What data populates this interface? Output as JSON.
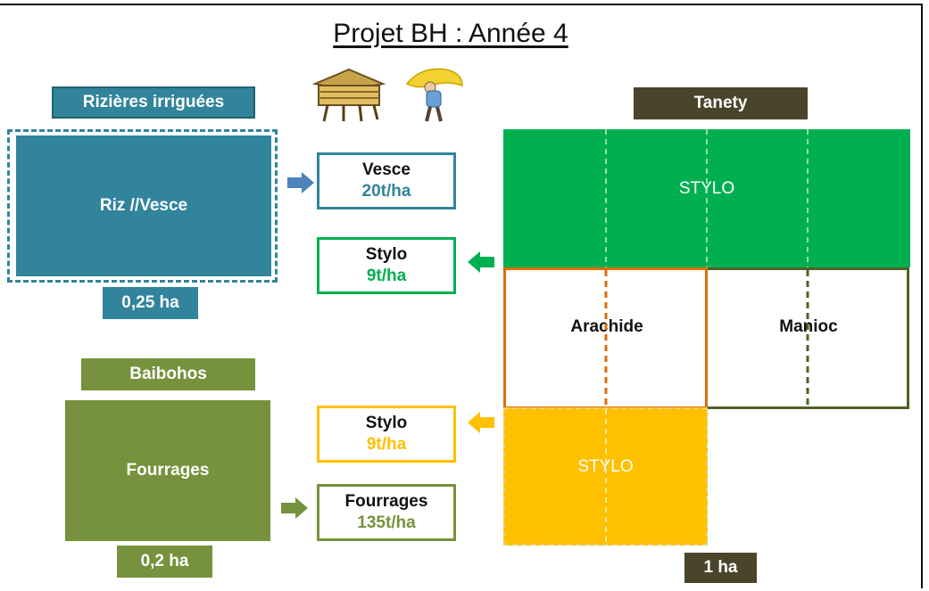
{
  "title": "Projet BH : Année 4",
  "colors": {
    "blue": "#31849b",
    "green": "#00b050",
    "olive": "#76923c",
    "dark_olive": "#4f6228",
    "orange": "#e36c09",
    "gold": "#ffc000",
    "tanety_bg": "#4a452a"
  },
  "icons": [
    "granary-icon",
    "farmer-carrying-hay-icon"
  ],
  "rizieres": {
    "header": "Rizières irriguées",
    "field": "Riz //Vesce",
    "area": "0,25 ha"
  },
  "baibohos": {
    "header": "Baibohos",
    "field": "Fourrages",
    "area": "0,2 ha"
  },
  "tanety": {
    "header": "Tanety",
    "stylo_top": "STYLO",
    "arachide": "Arachide",
    "manioc": "Manioc",
    "stylo_bottom": "STYLO",
    "area": "1 ha"
  },
  "yields": {
    "vesce": {
      "name": "Vesce",
      "value": "20t/ha"
    },
    "stylo_green": {
      "name": "Stylo",
      "value": "9t/ha"
    },
    "stylo_gold": {
      "name": "Stylo",
      "value": "9t/ha"
    },
    "fourrages": {
      "name": "Fourrages",
      "value": "135t/ha"
    }
  }
}
